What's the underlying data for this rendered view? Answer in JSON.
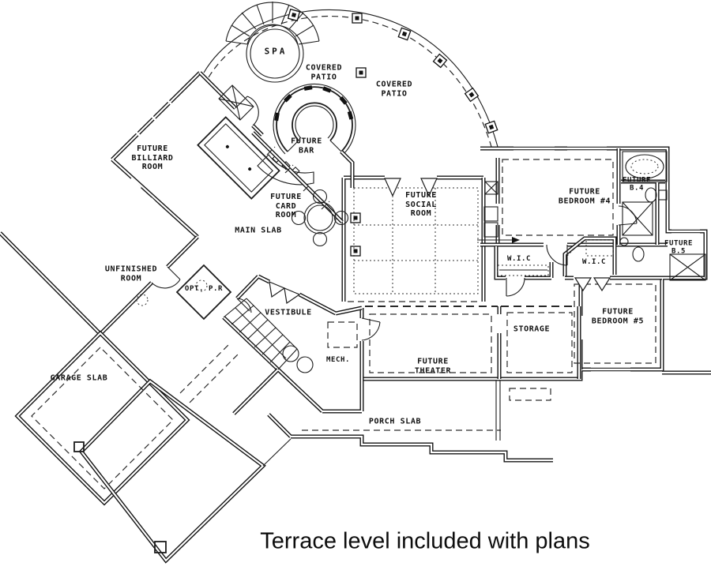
{
  "title": "Terrace level floor plan",
  "colors": {
    "ink": "#141414",
    "background": "#ffffff"
  },
  "caption": "Terrace level included with plans",
  "labels": {
    "spa": {
      "text": "SPA"
    },
    "covered_patio_1": {
      "text": "COVERED\nPATIO"
    },
    "covered_patio_2": {
      "text": "COVERED\nPATIO"
    },
    "future_billiard_room": {
      "text": "FUTURE\nBILLIARD\nROOM"
    },
    "future_bar": {
      "text": "FUTURE\nBAR"
    },
    "future_card_room": {
      "text": "FUTURE\nCARD\nROOM"
    },
    "main_slab": {
      "text": "MAIN SLAB"
    },
    "future_social_room": {
      "text": "FUTURE\nSOCIAL\nROOM"
    },
    "future_bedroom_4": {
      "text": "FUTURE\nBEDROOM #4"
    },
    "future_b4": {
      "text": "FUTURE\nB.4"
    },
    "wic_1": {
      "text": "W.I.C"
    },
    "wic_2": {
      "text": "W.I.C"
    },
    "future_b5": {
      "text": "FUTURE\nB.5"
    },
    "unfinished_room": {
      "text": "UNFINISHED\nROOM"
    },
    "opt_pr": {
      "text": "OPT. P.R"
    },
    "vestibule": {
      "text": "VESTIBULE"
    },
    "mech": {
      "text": "MECH."
    },
    "future_theater": {
      "text": "FUTURE\nTHEATER"
    },
    "storage": {
      "text": "STORAGE"
    },
    "future_bedroom_5": {
      "text": "FUTURE\nBEDROOM #5"
    },
    "garage_slab": {
      "text": "GARAGE SLAB"
    },
    "porch_slab": {
      "text": "PORCH SLAB"
    }
  }
}
